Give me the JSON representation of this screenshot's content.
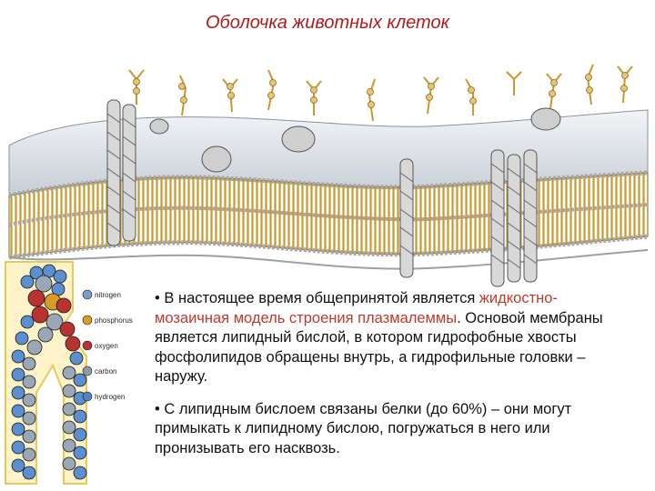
{
  "title": "Оболочка животных клеток",
  "legend": {
    "items": [
      {
        "label": "nitrogen",
        "color": "#7a9cc6"
      },
      {
        "label": "phosphorus",
        "color": "#d89a28"
      },
      {
        "label": "oxygen",
        "color": "#b83232"
      },
      {
        "label": "carbon",
        "color": "#8e9aa6"
      },
      {
        "label": "hydrogen",
        "color": "#4d84c4"
      }
    ]
  },
  "colors": {
    "title": "#b31b1b",
    "highlight": "#c0392b",
    "membrane_surface": "#dfe4ea",
    "lipid_tails": "#d2a63a",
    "protein": "#9a9a9a",
    "glyco_chain": "#e0b35a"
  },
  "text": {
    "p1_prefix": "• В настоящее время общепринятой является ",
    "p1_highlight": "жидкостно-мозаичная модель строения плазмалеммы",
    "p1_suffix": ". Основой мембраны является липидный бислой, в котором гидрофобные хвосты фосфолипидов обращены внутрь, а гидрофильные головки – наружу.",
    "p2": "• С липидным бислоем связаны белки (до 60%) – они могут примыкать к липидному бислою, погружаться в него или пронизывать его насквозь."
  }
}
